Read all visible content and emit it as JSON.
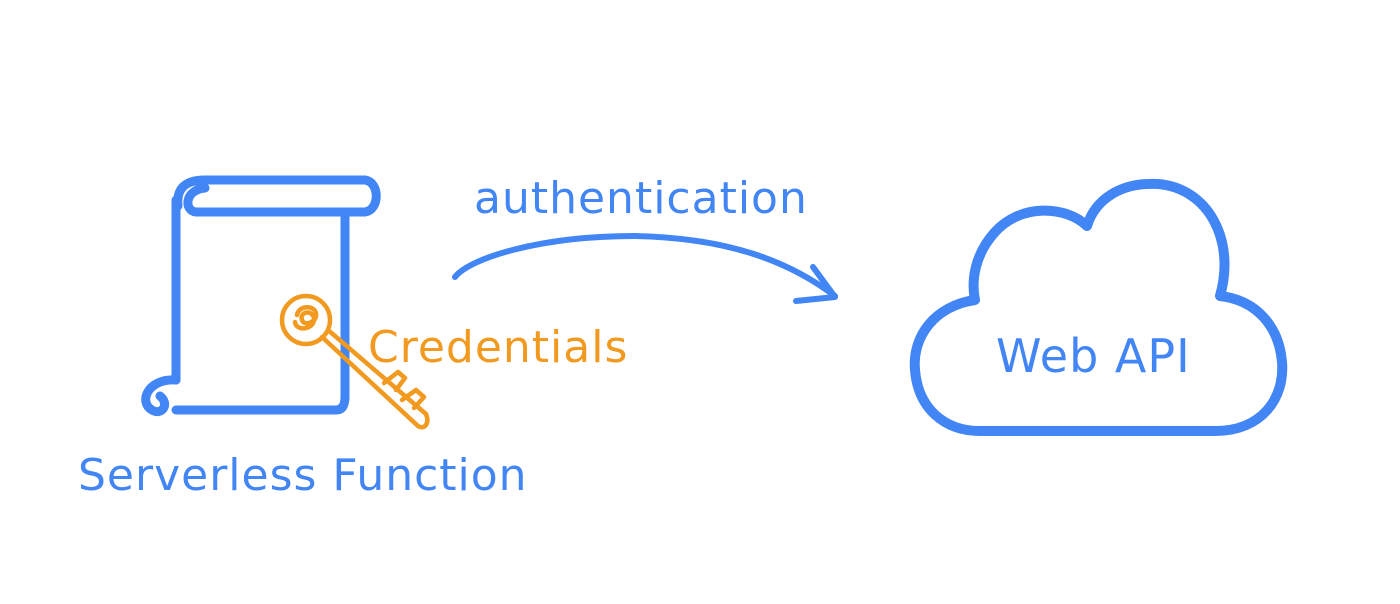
{
  "diagram": {
    "labels": {
      "authentication": "authentication",
      "credentials": "Credentials",
      "serverless_function": "Serverless Function",
      "web_api": "Web API"
    },
    "nodes": [
      {
        "id": "serverless-function",
        "icon": "scroll-icon",
        "label_key": "serverless_function"
      },
      {
        "id": "credentials",
        "icon": "key-icon",
        "label_key": "credentials"
      },
      {
        "id": "web-api",
        "icon": "cloud-icon",
        "label_key": "web_api"
      }
    ],
    "edges": [
      {
        "from": "serverless-function",
        "to": "web-api",
        "label_key": "authentication"
      }
    ]
  },
  "colors": {
    "primary": "#4285f4",
    "accent": "#f29a1f",
    "background": "#ffffff"
  }
}
